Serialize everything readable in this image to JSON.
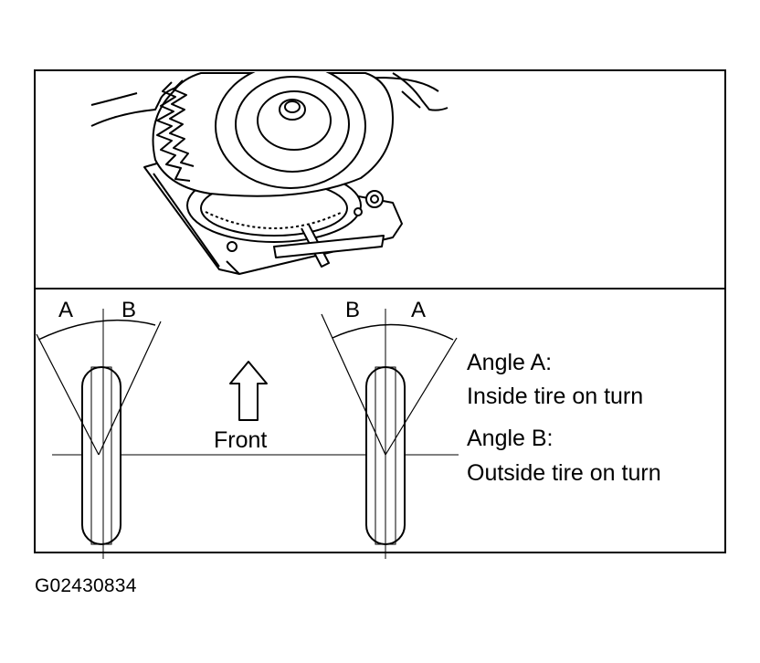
{
  "top_panel": {
    "illustration": "wheel-on-turntable"
  },
  "bottom_panel": {
    "left_wheel": {
      "angle_left_label": "A",
      "angle_right_label": "B"
    },
    "right_wheel": {
      "angle_left_label": "B",
      "angle_right_label": "A"
    },
    "front_label": "Front",
    "legend": {
      "angle_a_title": "Angle A:",
      "angle_a_desc": "Inside tire on turn",
      "angle_b_title": "Angle B:",
      "angle_b_desc": "Outside tire on turn"
    }
  },
  "figure_id": "G02430834",
  "icons": {
    "front_arrow": "up-arrow-icon"
  },
  "colors": {
    "line": "#000000",
    "background": "#ffffff"
  }
}
